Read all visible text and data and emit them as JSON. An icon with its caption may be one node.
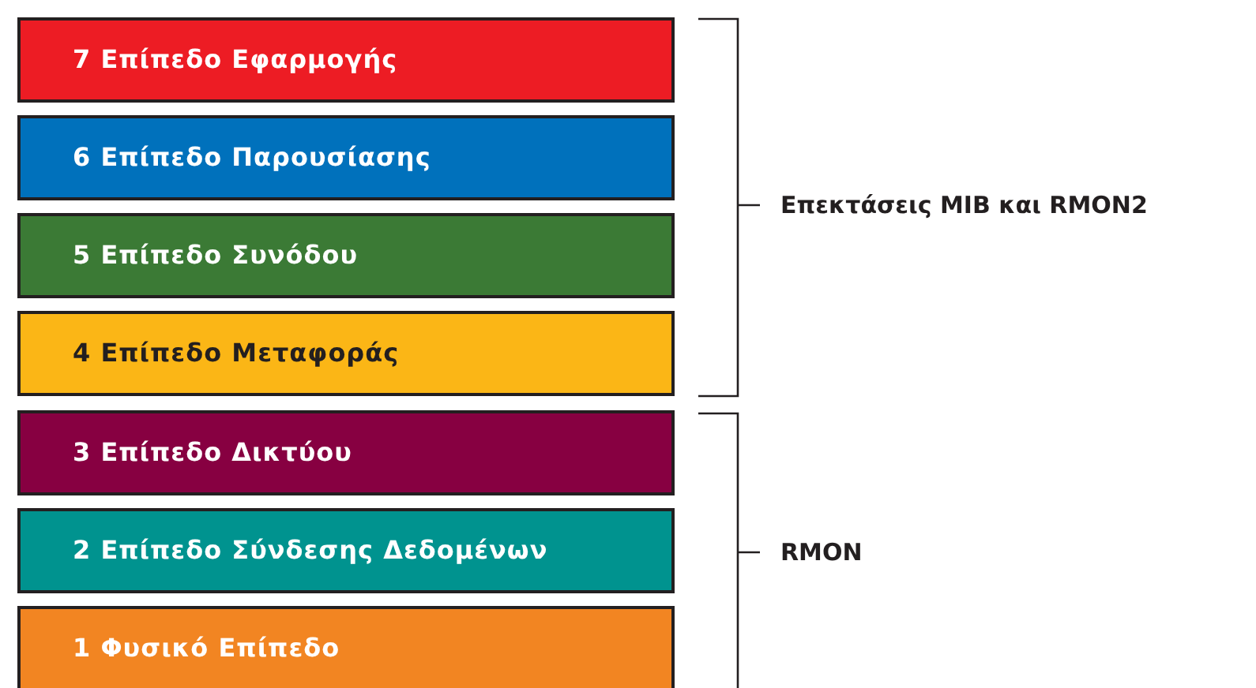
{
  "diagram": {
    "nodes": [
      {
        "text": [
          "7 Επίπεδο Εφαρμογής"
        ]
      },
      {
        "text": [
          "6 Επίπεδο Παρουσίασης"
        ]
      },
      {
        "text": [
          "5 Επίπεδο Συνόδου"
        ]
      },
      {
        "text": [
          "4 Επίπεδο Μεταφοράς"
        ]
      },
      {
        "text": [
          "3 Επίπεδο Δικτύου"
        ]
      },
      {
        "text": [
          "2 Επίπεδο Σύνδεσης Δεδομένων"
        ]
      },
      {
        "text": [
          "1 Φυσικό Επίπεδο"
        ]
      }
    ],
    "labels": [
      "Επεκτάσεις MIB και RMON2",
      "RMON"
    ]
  }
}
